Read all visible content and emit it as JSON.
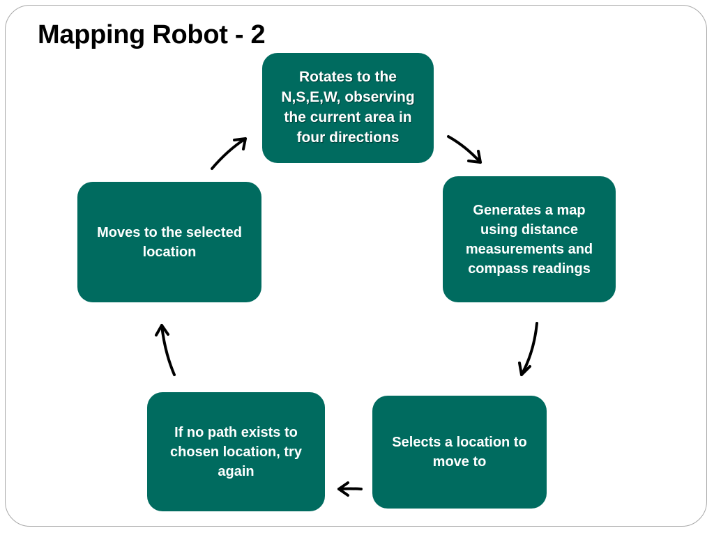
{
  "slide": {
    "title": "Mapping Robot - 2"
  },
  "diagram": {
    "steps": [
      {
        "label": "Rotates to the N,S,E,W, observing the current area in four directions"
      },
      {
        "label": "Generates a map using distance measurements and compass readings"
      },
      {
        "label": "Selects a location to move to"
      },
      {
        "label": "If no path exists to chosen location, try again"
      },
      {
        "label": "Moves to the selected location"
      }
    ],
    "box_color": "#006b5f",
    "arrow_color": "#000000"
  }
}
